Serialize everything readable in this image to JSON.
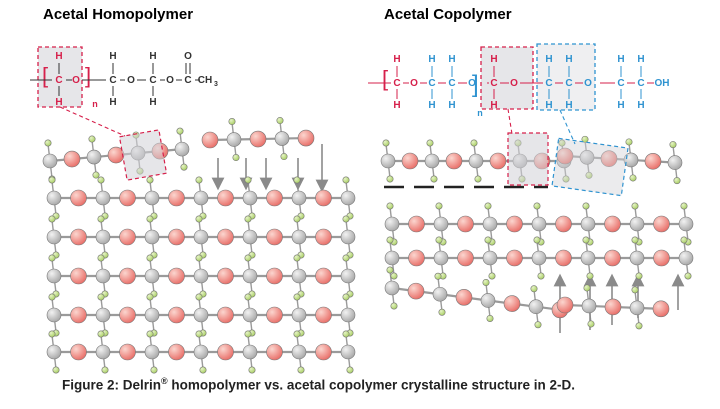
{
  "titles": {
    "homopolymer": "Acetal Homopolymer",
    "copolymer": "Acetal Copolymer"
  },
  "caption": {
    "prefix": "Figure 2: Delrin",
    "registered": "®",
    "suffix": " homopolymer vs. acetal copolymer crystalline structure in 2-D."
  },
  "formula_labels": {
    "H": "H",
    "O": "O",
    "C": "C",
    "n": "n",
    "CH3": "CH",
    "sub3": "3",
    "OH": "OH"
  },
  "colors": {
    "homopolymer_title": "#d6204b",
    "copolymer_title": "#2f93d0",
    "oxygen": "#e9706a",
    "carbon": "#a9a9a9",
    "hydrogen": "#a9cf63",
    "formula_red": "#d6204b",
    "formula_blue": "#2f93d0",
    "highlight_red": "#d6204b",
    "highlight_blue": "#2f93d0",
    "arrow": "#8a8a8a",
    "bond": "#9a9a9a"
  }
}
